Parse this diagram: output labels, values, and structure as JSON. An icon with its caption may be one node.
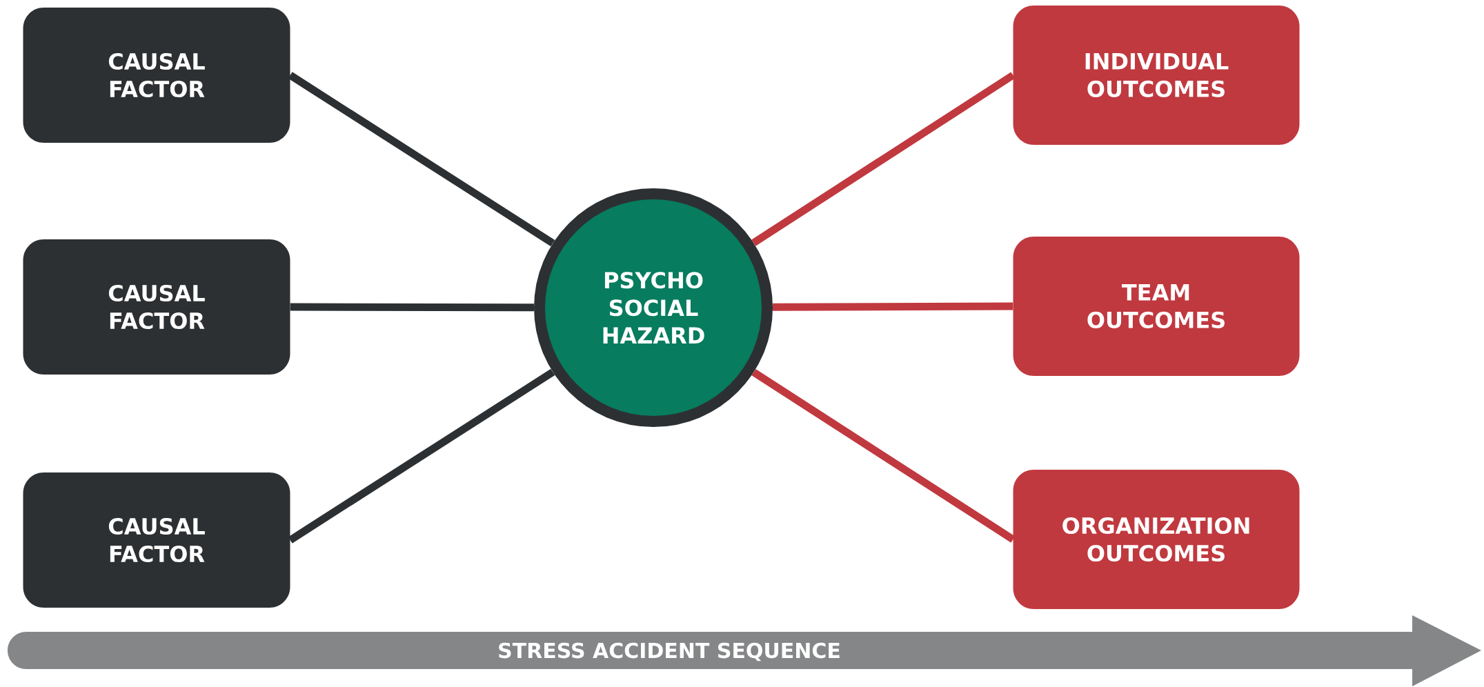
{
  "diagram": {
    "nodes": [
      {
        "text": [
          "CAUSAL FACTOR"
        ]
      },
      {
        "text": [
          "CAUSAL FACTOR"
        ]
      },
      {
        "text": [
          "CAUSAL FACTOR"
        ]
      },
      {
        "text": [
          "PSYCHO SOCIAL HAZARD"
        ]
      },
      {
        "text": [
          "INDIVIDUAL OUTCOMES"
        ]
      },
      {
        "text": [
          "TEAM OUTCOMES"
        ]
      },
      {
        "text": [
          "ORGANIZATION OUTCOMES"
        ]
      }
    ],
    "edges": [
      {
        "from": 0,
        "to": 3,
        "arrow": "none"
      },
      {
        "from": 1,
        "to": 3,
        "arrow": "none"
      },
      {
        "from": 2,
        "to": 3,
        "arrow": "none"
      },
      {
        "from": 3,
        "to": 4,
        "arrow": "none",
        "color": "#c0393f"
      },
      {
        "from": 3,
        "to": 5,
        "arrow": "none",
        "color": "#c0393f"
      },
      {
        "from": 3,
        "to": 6,
        "arrow": "none",
        "color": "#c0393f"
      }
    ],
    "labels": [
      "STRESS ACCIDENT SEQUENCE"
    ]
  }
}
